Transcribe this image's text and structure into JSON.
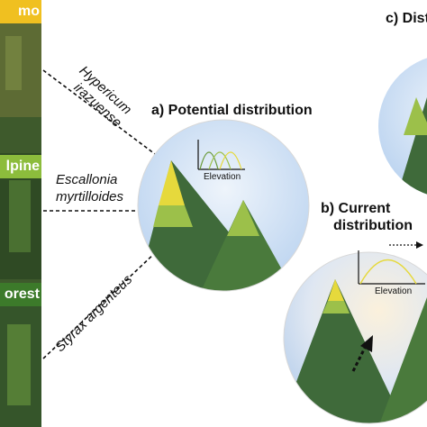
{
  "strip": {
    "banners": [
      {
        "text": "mo",
        "color": "#f0c020"
      },
      {
        "text": "lpine",
        "color": "#8cbc3c"
      },
      {
        "text": "orest",
        "color": "#3c7a2a"
      }
    ]
  },
  "species": [
    {
      "line1": "Hypericum",
      "line2": "irazuense"
    },
    {
      "line1": "Escallonia",
      "line2": "myrtilloides"
    },
    {
      "line1": "Styrax argenteus",
      "line2": ""
    }
  ],
  "panels": {
    "a": {
      "title": "a) Potential distribution",
      "axis_label": "Elevation"
    },
    "b": {
      "title_line1": "b) Current",
      "title_line2": "distribution",
      "axis_label": "Elevation"
    },
    "c": {
      "title": "c) Dist"
    }
  },
  "colors": {
    "forest": "#3f6a3a",
    "alpine": "#9cc04a",
    "paramo": "#e6d93c",
    "sky": "#cfe2f5"
  }
}
